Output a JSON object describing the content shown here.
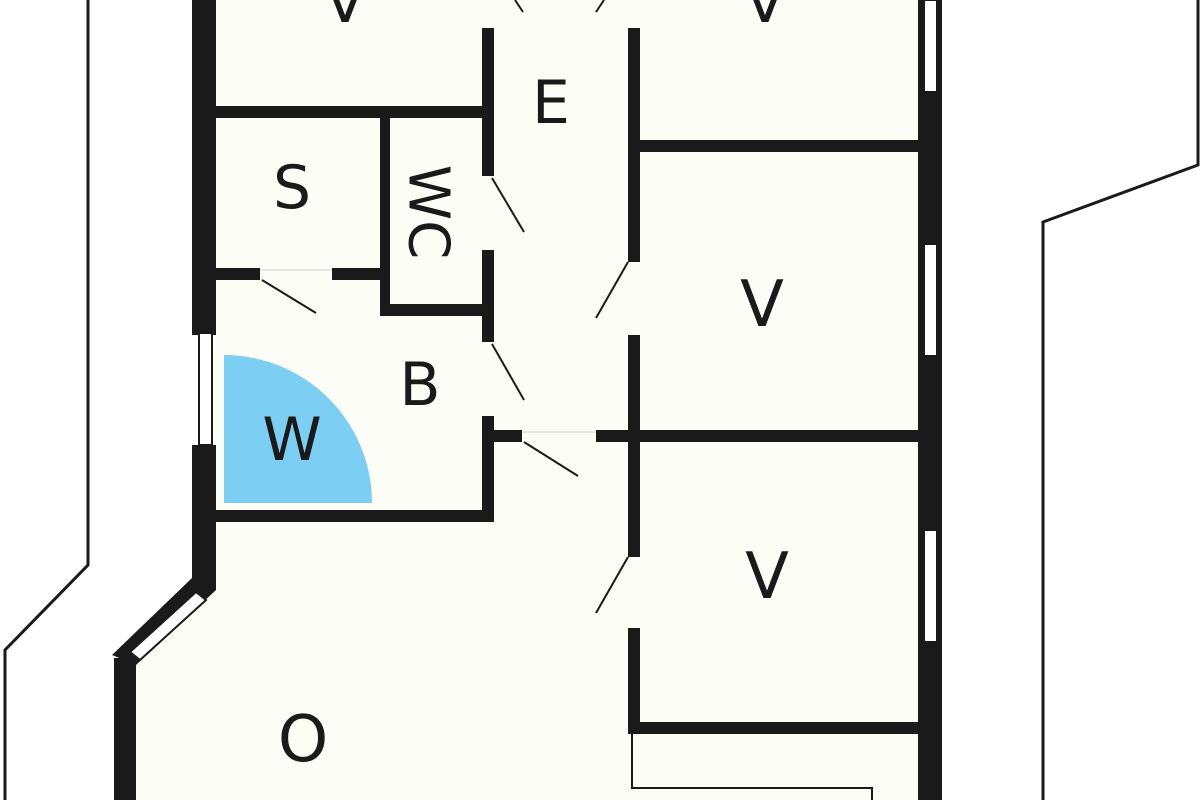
{
  "plan": {
    "rooms": {
      "top_left_v": "V",
      "top_right_v": "V",
      "entry": "E",
      "storage": "S",
      "toilet": "WC",
      "bath": "B",
      "wardrobe": "W",
      "bedroom_mid": "V",
      "bedroom_low": "V",
      "living": "O"
    },
    "colors": {
      "wall": "#1a1a1a",
      "floor": "#fdfdf8",
      "wardrobe_fill": "#7ccff2",
      "background": "#ffffff"
    }
  }
}
